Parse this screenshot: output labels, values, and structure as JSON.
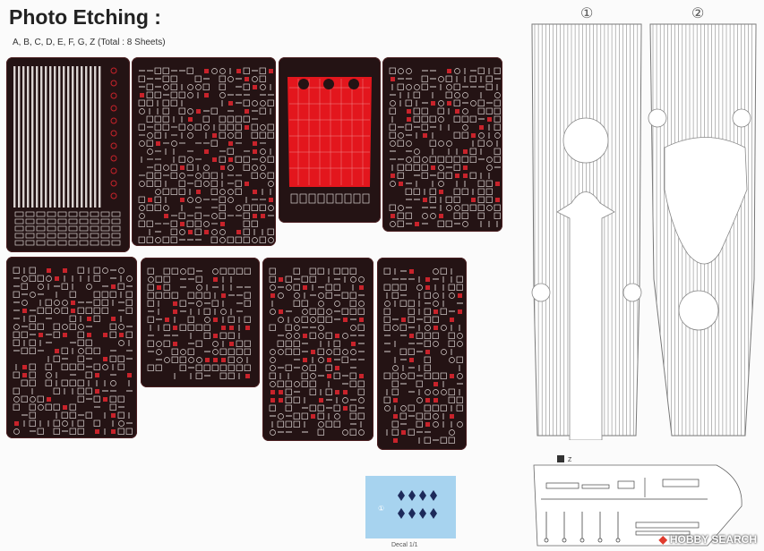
{
  "heading": {
    "title": "Photo Etching :",
    "subtitle": "A, B, C, D, E, F, G, Z (Total : 8 Sheets)"
  },
  "sheets": [
    {
      "id": "A",
      "accent": "#c8232b"
    },
    {
      "id": "B",
      "accent": "#c8232b"
    },
    {
      "id": "C",
      "accent": "#e3161d"
    },
    {
      "id": "D",
      "accent": "#c8232b"
    },
    {
      "id": "E",
      "accent": "#c8232b"
    },
    {
      "id": "F",
      "accent": "#c8232b"
    },
    {
      "id": "G",
      "accent": "#c8232b"
    },
    {
      "id": "Z",
      "accent": "#c8232b"
    }
  ],
  "decks": [
    {
      "number": "①"
    },
    {
      "number": "②"
    }
  ],
  "decal": {
    "caption": "Decal 1/1",
    "marker": "①",
    "color": "#a7d3ef"
  },
  "markings": {
    "label": "Z"
  },
  "watermark": {
    "brand": "HOBBY SEARCH"
  }
}
